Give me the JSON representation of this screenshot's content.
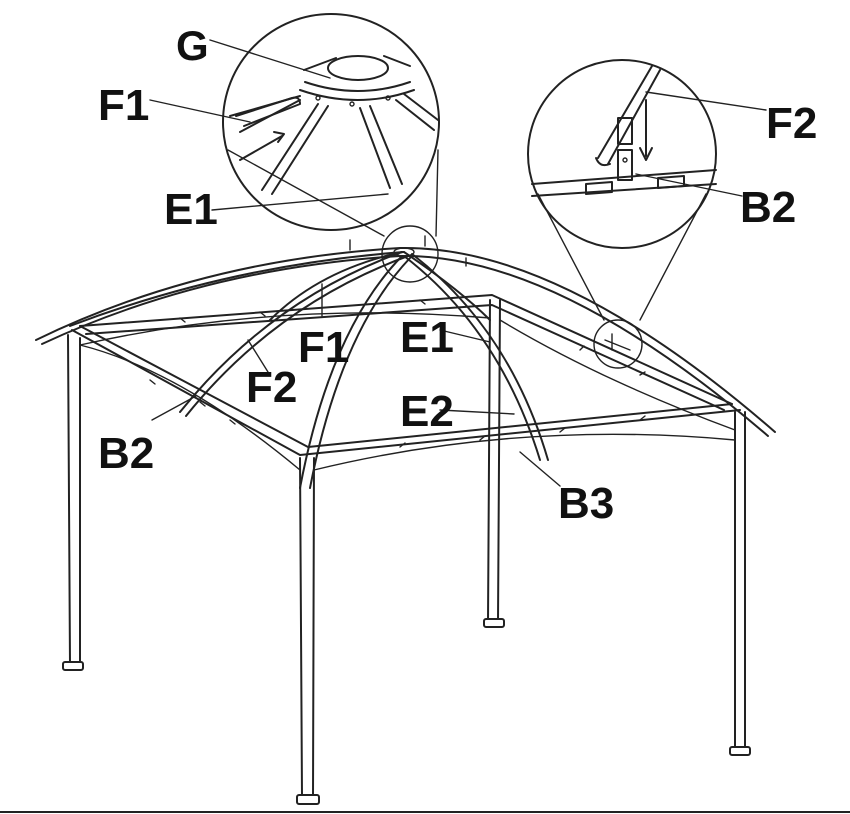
{
  "labels": {
    "g": "G",
    "f1_detail": "F1",
    "e1_detail": "E1",
    "f2_detail": "F2",
    "b2_detail": "B2",
    "f1": "F1",
    "e1": "E1",
    "f2": "F2",
    "e2": "E2",
    "b2": "B2",
    "b3": "B3"
  },
  "colors": {
    "ink": "#222222",
    "background": "#ffffff"
  }
}
